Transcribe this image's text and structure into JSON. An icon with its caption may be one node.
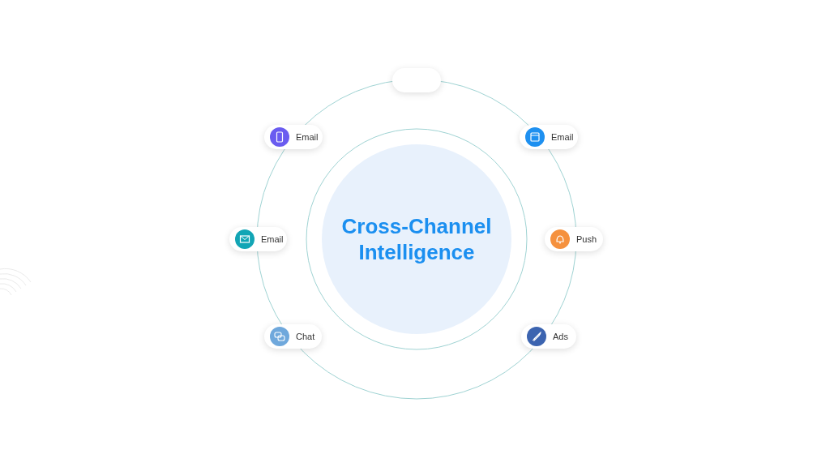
{
  "diagram": {
    "nodes": [
      {
        "text": [
          "Cross-Channel Intelligence"
        ]
      },
      {
        "text": [],
        "shape": "box"
      },
      {
        "text": [
          "Email"
        ]
      },
      {
        "text": [
          "Email"
        ]
      },
      {
        "text": [
          "Email"
        ]
      },
      {
        "text": [
          "Push"
        ]
      },
      {
        "text": [
          "Chat"
        ]
      },
      {
        "text": [
          "Ads"
        ]
      }
    ]
  }
}
